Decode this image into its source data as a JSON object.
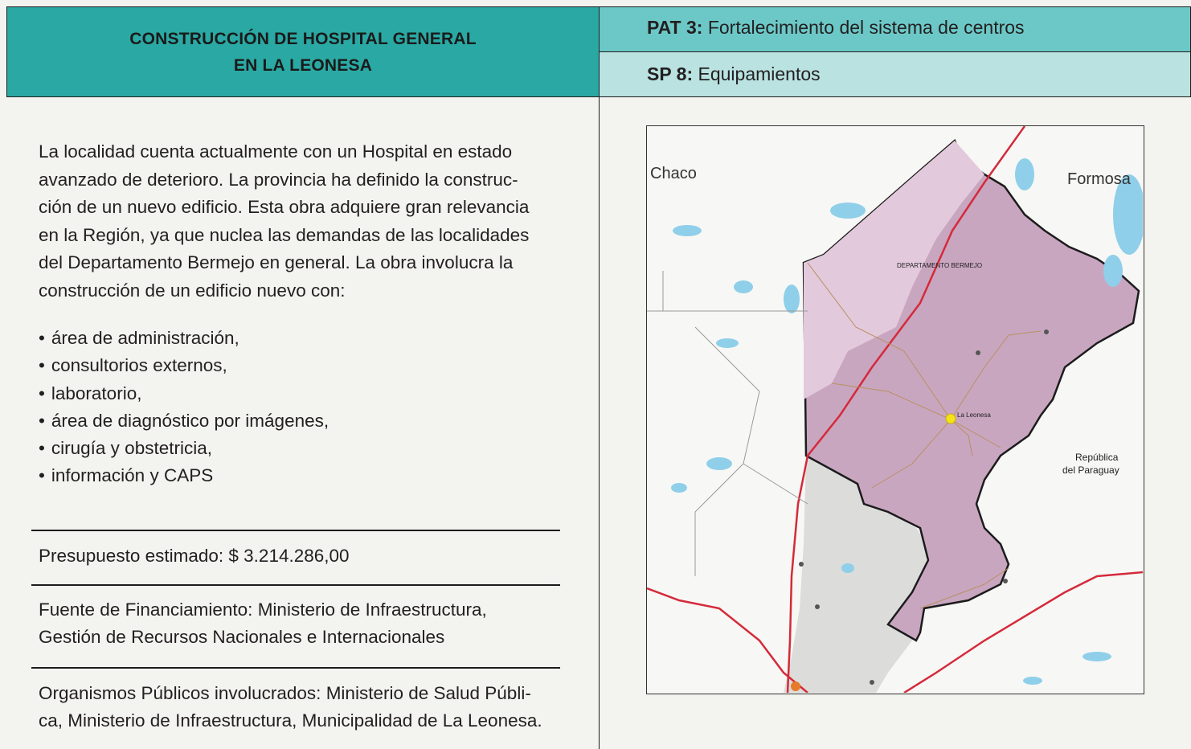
{
  "header": {
    "title_line1": "CONSTRUCCIÓN DE HOSPITAL GENERAL",
    "title_line2": "EN LA LEONESA",
    "pat_code": "PAT 3:",
    "pat_text": "Fortalecimiento del sistema de centros",
    "sp_code": "SP 8:",
    "sp_text": "Equipamientos"
  },
  "body": {
    "description": "La localidad cuenta actualmente con un Hospital en estado avanzado de deterioro. La provincia ha definido la construc- ción de un nuevo edificio. Esta obra adquiere gran relevancia en la Región, ya que nuclea las demandas de las localidades del Departamento Bermejo en general.  La obra involucra la construcción de un edificio nuevo con:",
    "description_lines": [
      "La localidad cuenta actualmente con un Hospital en estado",
      "avanzado de deterioro. La provincia ha definido la construc-",
      "ción de un nuevo edificio. Esta obra adquiere gran relevancia",
      "en la Región, ya que nuclea las demandas de las localidades",
      "del Departamento Bermejo en general.  La obra involucra la",
      "construcción de un edificio nuevo con:"
    ],
    "items": [
      "área de administración,",
      "consultorios externos,",
      "laboratorio,",
      "área de diagnóstico por imágenes,",
      "cirugía y obstetricia,",
      "información y CAPS"
    ]
  },
  "fields": {
    "budget_label": "Presupuesto estimado:",
    "budget_value": "$ 3.214.286,00",
    "funding_label": "Fuente de Financiamiento:",
    "funding_value_line1": "Ministerio de Infraestructura,",
    "funding_value_line2": "Gestión de Recursos Nacionales e Internacionales",
    "orgs_label": "Organismos Públicos involucrados:",
    "orgs_value_line1": "Ministerio de Salud Públi-",
    "orgs_value_line2": "ca, Ministerio de Infraestructura, Municipalidad de La Leonesa."
  },
  "map": {
    "label_chaco": "Chaco",
    "label_formosa": "Formosa",
    "label_department": "DEPARTAMENTO BERMEJO",
    "label_town": "La Leonesa",
    "label_country_line1": "República",
    "label_country_line2": "del Paraguay",
    "colors": {
      "department_fill": "#c9a6c0",
      "department_fill_light": "#e3c9dc",
      "grey_area": "#dcdcda",
      "water": "#8fcfe9",
      "road": "#d42a3a",
      "town_marker": "#f4e21b",
      "header_dark": "#2aa9a4",
      "header_mid": "#6cc8c7",
      "header_light": "#b9e2e1"
    }
  }
}
